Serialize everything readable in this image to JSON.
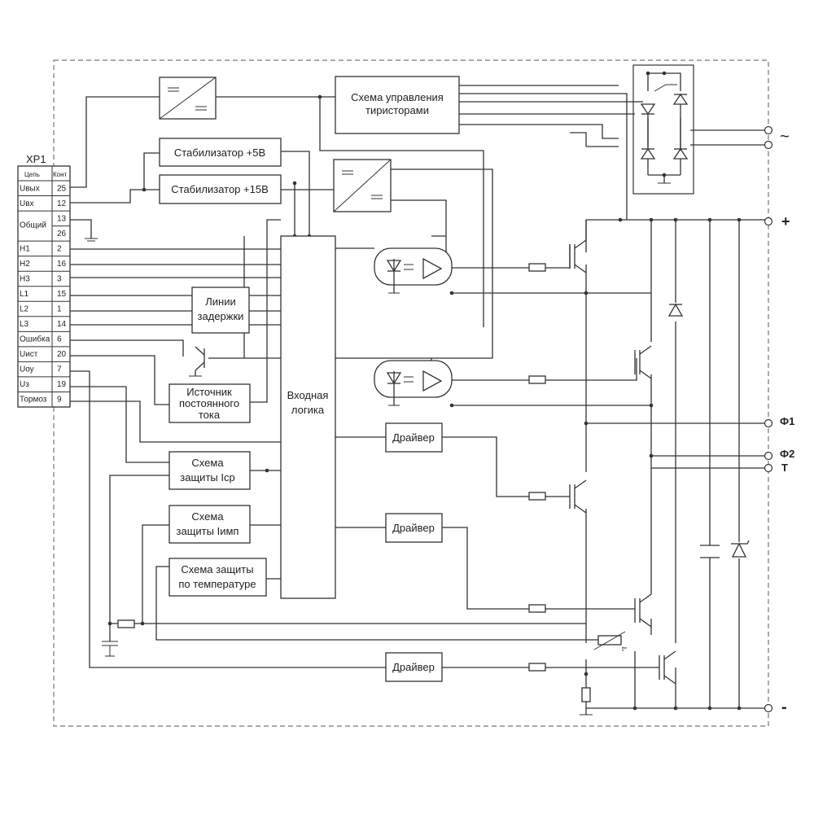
{
  "connector": {
    "title": "XP1",
    "col_signal": "Цепь",
    "col_pin": "Конт",
    "rows": [
      {
        "signal": "Uвых",
        "pin": "25"
      },
      {
        "signal": "Uвх",
        "pin": "12"
      },
      {
        "signal": "Общий",
        "pin": "13"
      },
      {
        "signal": "",
        "pin": "26"
      },
      {
        "signal": "H1",
        "pin": "2"
      },
      {
        "signal": "H2",
        "pin": "16"
      },
      {
        "signal": "H3",
        "pin": "3"
      },
      {
        "signal": "L1",
        "pin": "15"
      },
      {
        "signal": "L2",
        "pin": "1"
      },
      {
        "signal": "L3",
        "pin": "14"
      },
      {
        "signal": "Ошибка",
        "pin": "6"
      },
      {
        "signal": "Uист",
        "pin": "20"
      },
      {
        "signal": "Uоу",
        "pin": "7"
      },
      {
        "signal": "Uз",
        "pin": "19"
      },
      {
        "signal": "Тормоз",
        "pin": "9"
      }
    ]
  },
  "blocks": {
    "thyristor_control": [
      "Схема управления",
      "тиристорами"
    ],
    "stab5": "Стабилизатор +5В",
    "stab15": "Стабилизатор +15В",
    "delay": [
      "Линии",
      "задержки"
    ],
    "current_source": [
      "Источник",
      "постоянного",
      "тока"
    ],
    "input_logic": [
      "Входная",
      "логика"
    ],
    "prot_avg": [
      "Схема",
      "защиты Iср"
    ],
    "prot_pulse": [
      "Схема",
      "защиты Iимп"
    ],
    "prot_temp": [
      "Схема защиты",
      "по температуре"
    ],
    "driver": "Драйвер"
  },
  "terminals": {
    "ac": "~",
    "plus": "+",
    "f1": "Ф1",
    "f2": "Ф2",
    "t": "Т",
    "minus": "-"
  }
}
